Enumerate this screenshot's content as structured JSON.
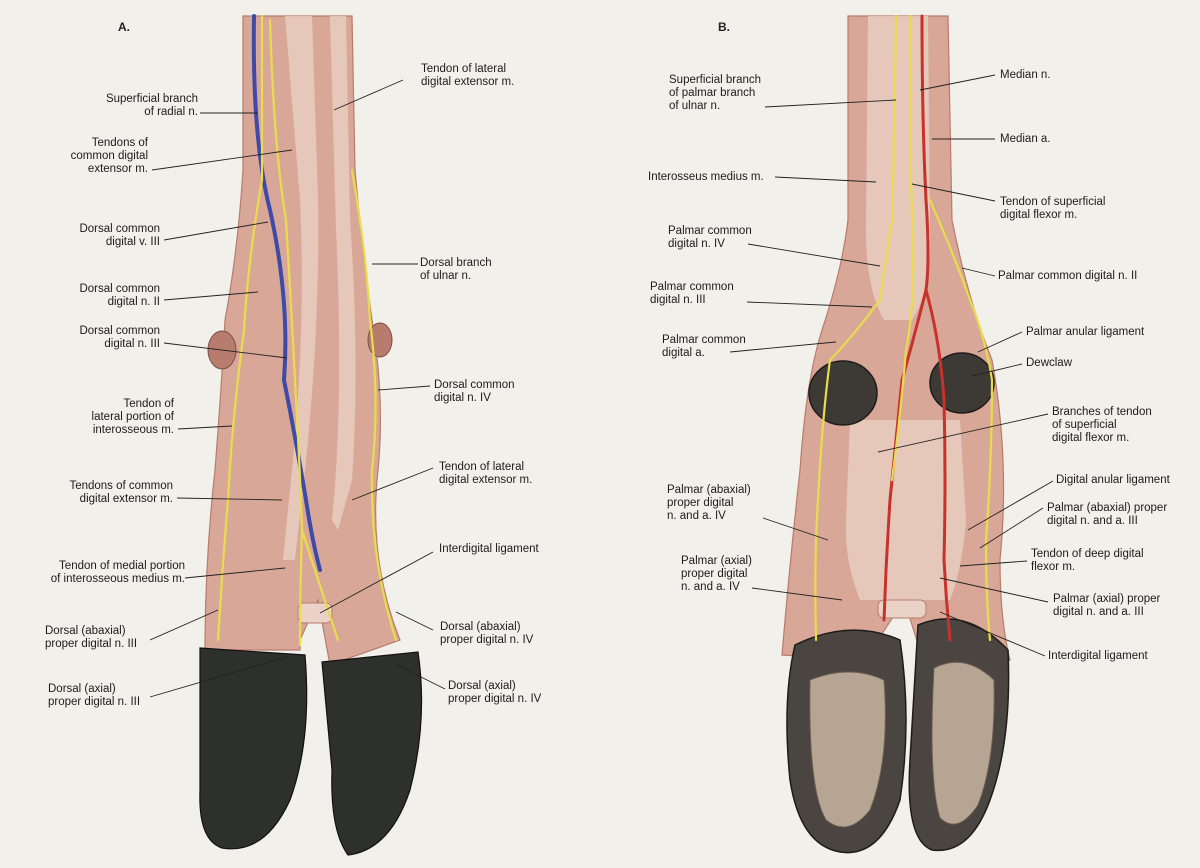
{
  "panels": [
    {
      "letter": "A."
    },
    {
      "letter": "B."
    }
  ],
  "labels_a": [
    "Superficial branch\nof radial n.",
    "Tendons of\ncommon digital\nextensor m.",
    "Dorsal common\ndigital v. III",
    "Dorsal common\ndigital n. II",
    "Dorsal common\ndigital n. III",
    "Tendon of\nlateral portion of\ninterosseous m.",
    "Tendons of common\ndigital extensor m.",
    "Tendon of medial portion\nof interosseous medius m.",
    "Dorsal (abaxial)\nproper digital n. III",
    "Dorsal (axial)\nproper digital n. III",
    "Tendon of lateral\ndigital extensor m.",
    "Dorsal branch\nof ulnar n.",
    "Dorsal common\ndigital n. IV",
    "Tendon of lateral\ndigital extensor m.",
    "Interdigital ligament",
    "Dorsal (abaxial)\nproper digital n. IV",
    "Dorsal (axial)\nproper digital n. IV"
  ],
  "labels_b": [
    "Superficial branch\nof palmar branch\nof ulnar n.",
    "Interosseus medius m.",
    "Palmar common\ndigital n. IV",
    "Palmar common\ndigital n. III",
    "Palmar common\ndigital a.",
    "Palmar (abaxial)\nproper digital\nn. and a. IV",
    "Palmar (axial)\nproper digital\nn. and a. IV",
    "Median n.",
    "Median a.",
    "Tendon of superficial\ndigital flexor m.",
    "Palmar common digital n. II",
    "Palmar anular ligament",
    "Dewclaw",
    "Branches of tendon\nof superficial\ndigital flexor m.",
    "Digital anular ligament",
    "Palmar (abaxial) proper\ndigital n. and a. III",
    "Tendon of deep digital\nflexor m.",
    "Palmar (axial) proper\ndigital n. and a. III",
    "Interdigital ligament"
  ],
  "colors": {
    "background": "#f2f0ea",
    "muscle": "#d9a797",
    "muscle_dark": "#b77c6d",
    "tendon": "#ead3c6",
    "hoof": "#2e302d",
    "nerve": "#e7dc4c",
    "vein": "#3e4aa8",
    "artery": "#c8312c",
    "leader": "#222222"
  }
}
